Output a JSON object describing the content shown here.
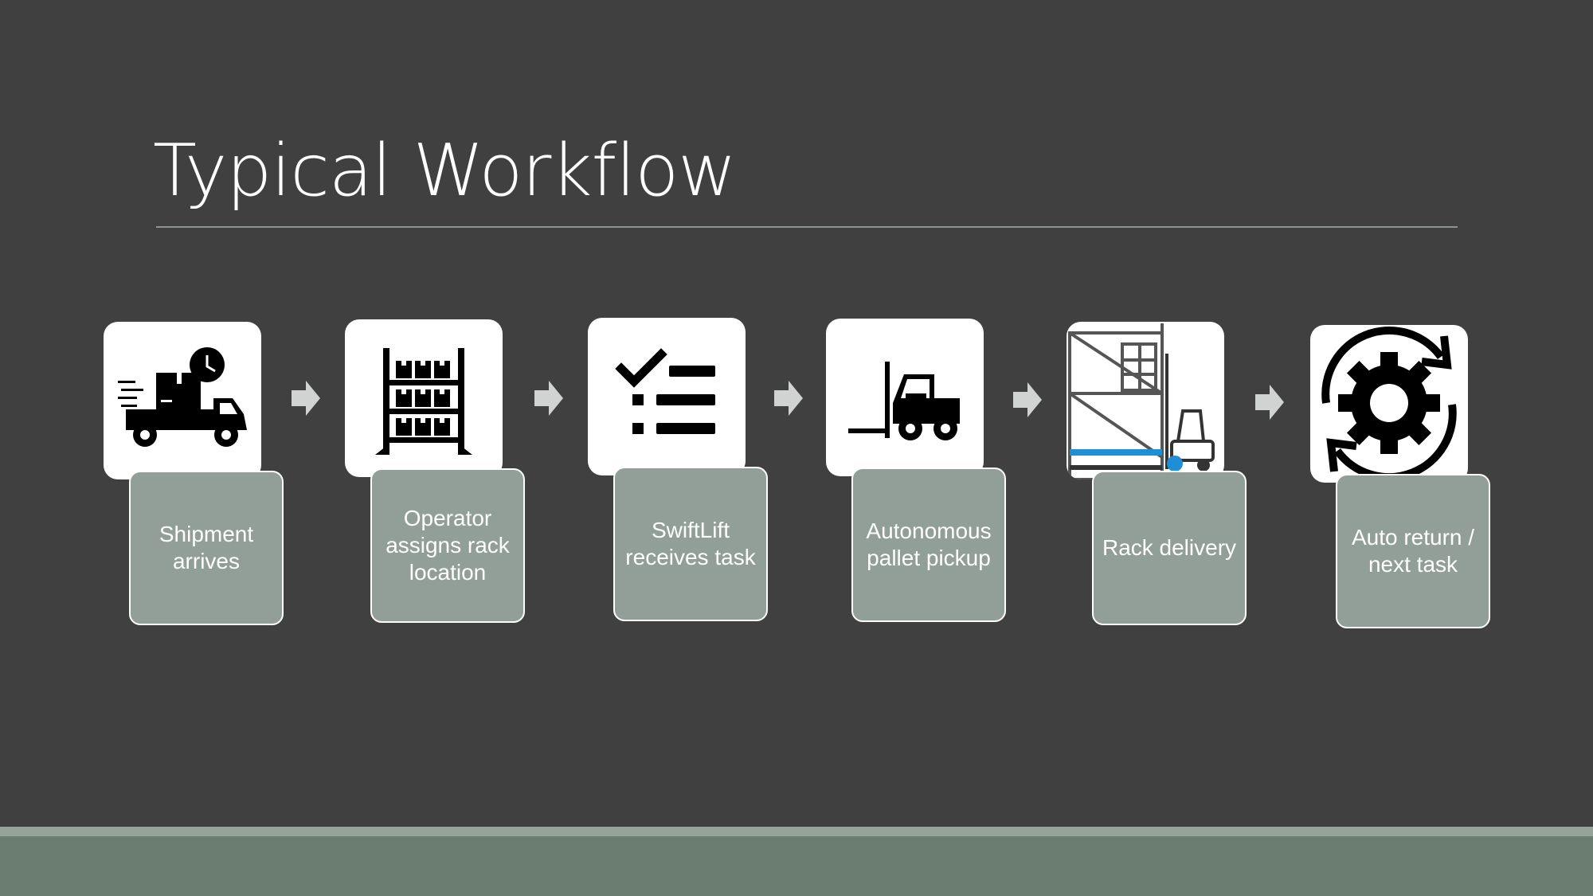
{
  "slide": {
    "title": "Typical Workflow"
  },
  "colors": {
    "background": "#404040",
    "label_card": "#929f98",
    "arrow": "#d0d3d1",
    "footer": "#6b7d71",
    "footer_stripe": "#95a39a",
    "accent_blue": "#1e8fd6"
  },
  "steps": [
    {
      "label": "Shipment arrives",
      "icon": "delivery-truck-icon"
    },
    {
      "label": "Operator assigns rack location",
      "icon": "warehouse-rack-icon"
    },
    {
      "label": "SwiftLift receives task",
      "icon": "task-checklist-icon"
    },
    {
      "label": "Autonomous pallet pickup",
      "icon": "forklift-icon"
    },
    {
      "label": "Rack delivery",
      "icon": "rack-forklift-icon"
    },
    {
      "label": "Auto return / next task",
      "icon": "gear-cycle-icon"
    }
  ]
}
